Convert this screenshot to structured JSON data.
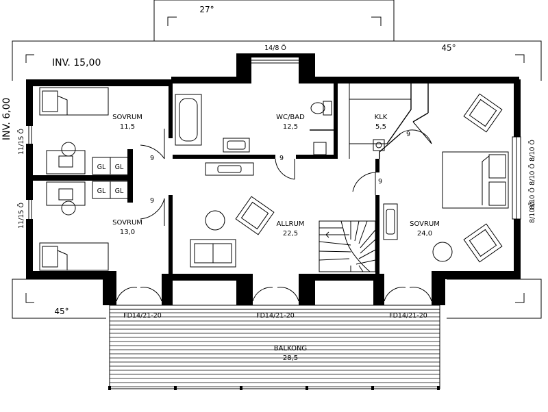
{
  "rooms": {
    "sovrum_top": {
      "name": "SOVRUM",
      "area": "11,5"
    },
    "wc_bad": {
      "name": "WC/BAD",
      "area": "12,5"
    },
    "klk": {
      "name": "KLK",
      "area": "5,5"
    },
    "sovrum_bottom": {
      "name": "SOVRUM",
      "area": "13,0"
    },
    "allrum": {
      "name": "ALLRUM",
      "area": "22,5"
    },
    "sovrum_right": {
      "name": "SOVRUM",
      "area": "24,0"
    },
    "balkong": {
      "name": "BALKONG",
      "area": "28,5"
    }
  },
  "annotations": {
    "roof_angle_top": "27°",
    "roof_angle_right": "45°",
    "roof_angle_left": "45°",
    "inv_top": "INV. 15,00",
    "inv_side": "INV. 6,00",
    "window_top": "14/8 Ö",
    "window_left_1": "11/15 Ö",
    "window_left_2": "11/15 Ö",
    "window_right_1": "8/10 Ö",
    "window_right_2": "8/10 Ö",
    "window_right_3": "8/10 Ö",
    "window_right_4": "8/10 Ö",
    "door_1": "FD14/21-20",
    "door_2": "FD14/21-20",
    "door_3": "FD14/21-20",
    "closet_1": "GL",
    "closet_2": "GL",
    "closet_3": "GL",
    "closet_4": "GL",
    "door_width_1": "9",
    "door_width_2": "9",
    "door_width_3": "9",
    "door_width_4": "9",
    "door_width_5": "9"
  }
}
